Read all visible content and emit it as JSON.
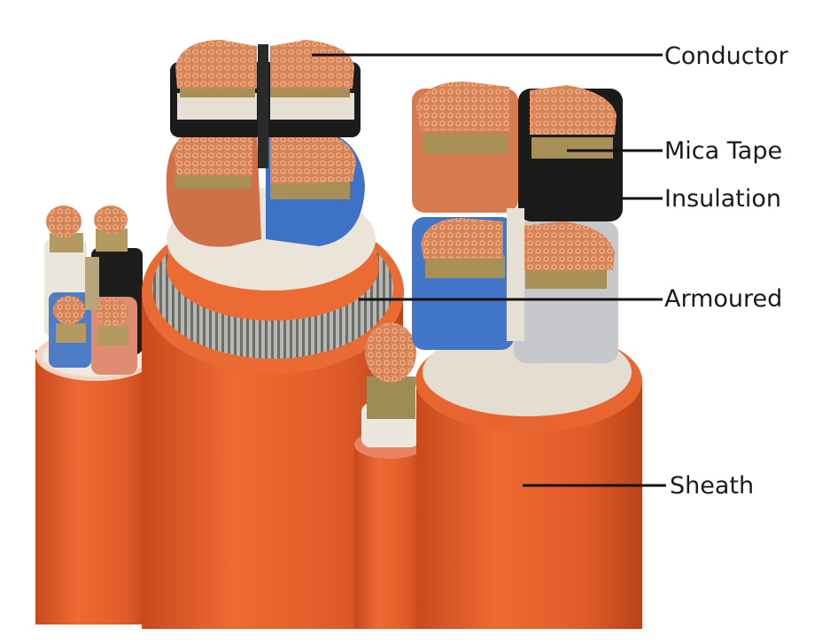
{
  "diagram": {
    "colors": {
      "sheath": "#e5622e",
      "copper": "#d9855a",
      "mica_tape": "#a88f55",
      "insulation_black": "#1c1c1c",
      "insulation_blue": "#3d73c4",
      "insulation_orange": "#d86c45",
      "filler_white": "#e8e4dc",
      "armour_steel": "#8f8f8c"
    },
    "labels": {
      "conductor": "Conductor",
      "mica_tape": "Mica Tape",
      "insulation": "Insulation",
      "armoured": "Armoured",
      "sheath": "Sheath"
    }
  }
}
